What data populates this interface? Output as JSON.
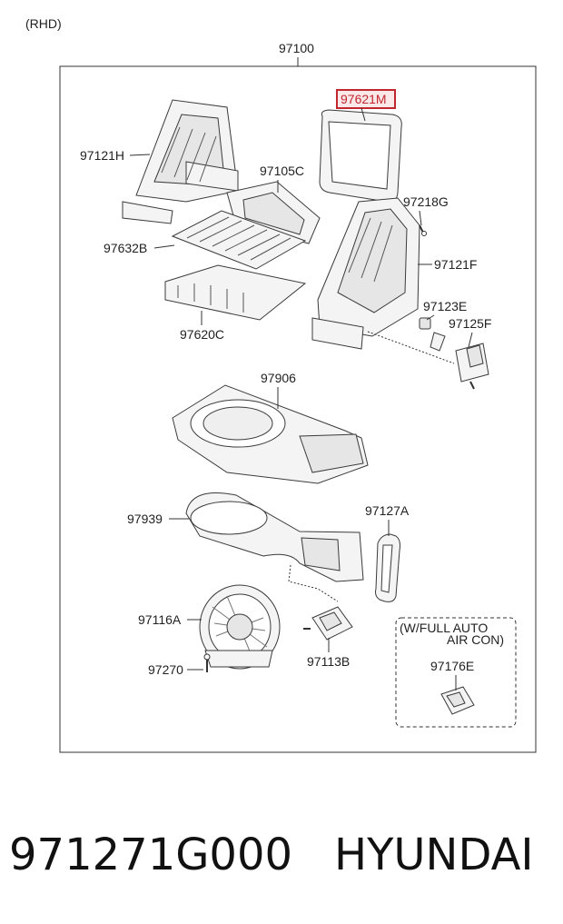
{
  "header": {
    "variant": "(RHD)",
    "assembly_no": "97100"
  },
  "highlight": {
    "part_no": "97621M",
    "border_color": "#c2262f",
    "fill_color": "#fbe9ea"
  },
  "parts": [
    "97121H",
    "97105C",
    "97632B",
    "97620C",
    "97218G",
    "97121F",
    "97123E",
    "97125F",
    "97906",
    "97939",
    "97127A",
    "97116A",
    "97270",
    "97113B",
    "97176E"
  ],
  "option_box": {
    "line1": "(W/FULL AUTO",
    "line2": "AIR CON)"
  },
  "footer": {
    "part_number": "971271G000",
    "brand": "HYUNDAI"
  }
}
